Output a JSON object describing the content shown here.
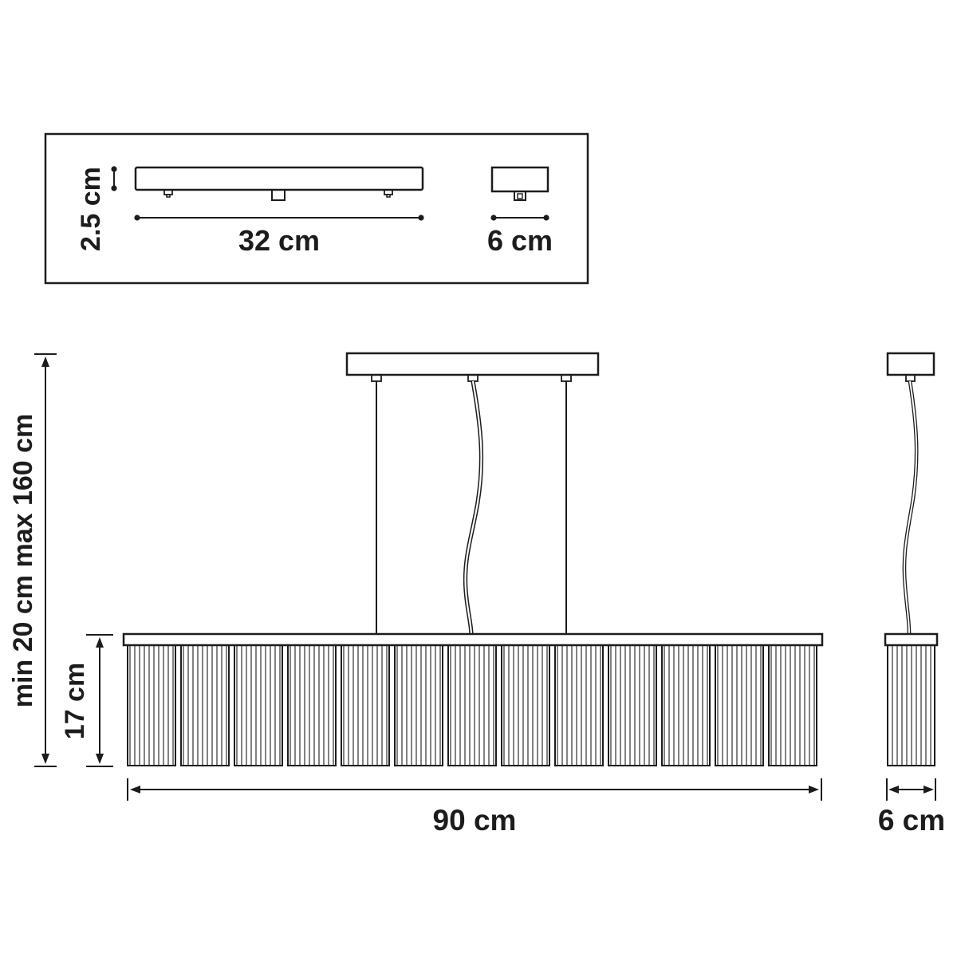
{
  "labels": {
    "plate_length": "32 cm",
    "plate_thickness": "2.5 cm",
    "canopy_width_top": "6 cm",
    "suspension_range": "min 20 cm max 160 cm",
    "shade_height": "17 cm",
    "fixture_width": "90 cm",
    "side_depth": "6 cm"
  },
  "colors": {
    "line": "#1c1c1c",
    "background": "#ffffff"
  }
}
